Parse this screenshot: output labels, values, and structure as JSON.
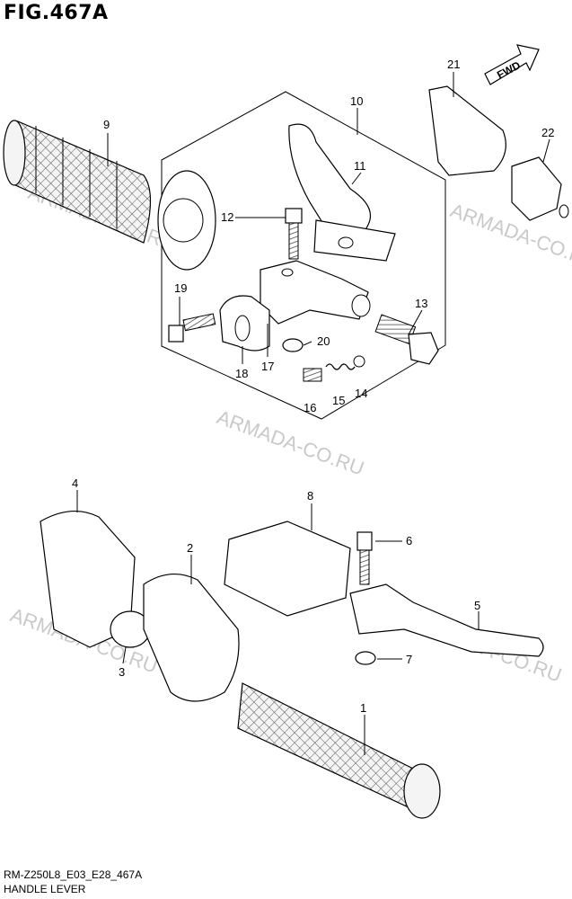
{
  "figure": {
    "title": "FIG.467A",
    "code": "RM-Z250L8_E03_E28_467A",
    "name": "HANDLE LEVER"
  },
  "fwd_label": "FWD",
  "watermark": "ARMADA-CO.RU",
  "callouts": {
    "c1": "1",
    "c2": "2",
    "c3": "3",
    "c4": "4",
    "c5": "5",
    "c6": "6",
    "c7": "7",
    "c8": "8",
    "c9": "9",
    "c10": "10",
    "c11": "11",
    "c12": "12",
    "c13": "13",
    "c14": "14",
    "c15": "15",
    "c16": "16",
    "c17": "17",
    "c18": "18",
    "c19": "19",
    "c20": "20",
    "c21": "21",
    "c22": "22"
  }
}
